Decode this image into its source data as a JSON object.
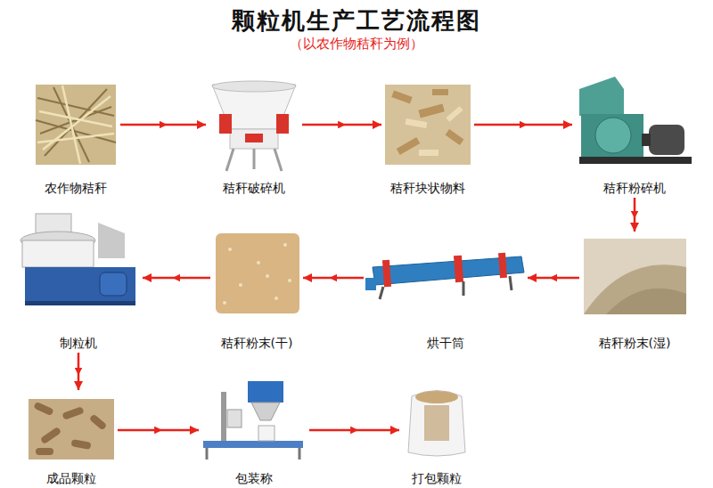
{
  "diagram": {
    "title": "颗粒机生产工艺流程图",
    "nodes": [
      {
        "text": [
          "农作物秸秆"
        ]
      },
      {
        "text": [
          "秸秆破碎机"
        ]
      },
      {
        "text": [
          "秸秆块状物料"
        ]
      },
      {
        "text": [
          "秸秆粉碎机"
        ]
      },
      {
        "text": [
          "秸秆粉末(湿)"
        ]
      },
      {
        "text": [
          "烘干筒"
        ]
      },
      {
        "text": [
          "秸秆粉末(干)"
        ]
      },
      {
        "text": [
          "制粒机"
        ]
      },
      {
        "text": [
          "成品颗粒"
        ]
      },
      {
        "text": [
          "包装称"
        ]
      },
      {
        "text": [
          "打包颗粒"
        ]
      }
    ],
    "edges": [
      {
        "from": 0,
        "to": 1,
        "arrow": "to"
      },
      {
        "from": 1,
        "to": 2,
        "arrow": "to"
      },
      {
        "from": 2,
        "to": 3,
        "arrow": "to"
      },
      {
        "from": 3,
        "to": 4,
        "arrow": "to"
      },
      {
        "from": 4,
        "to": 5,
        "arrow": "to"
      },
      {
        "from": 5,
        "to": 6,
        "arrow": "to"
      },
      {
        "from": 6,
        "to": 7,
        "arrow": "to"
      },
      {
        "from": 7,
        "to": 8,
        "arrow": "to"
      },
      {
        "from": 8,
        "to": 9,
        "arrow": "to"
      },
      {
        "from": 9,
        "to": 10,
        "arrow": "to"
      }
    ],
    "labels": [
      "（以农作物秸秆为例）"
    ]
  }
}
